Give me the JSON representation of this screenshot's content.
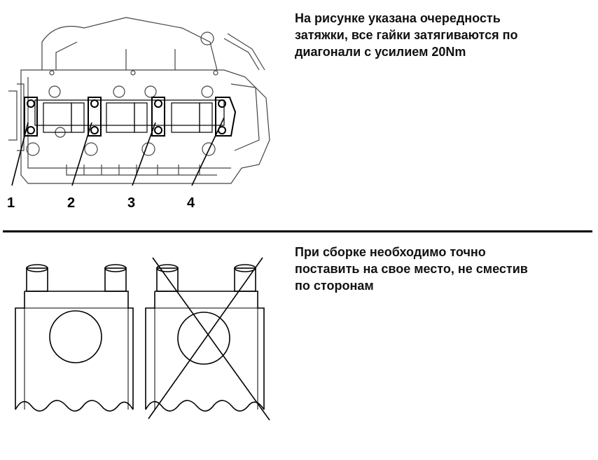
{
  "instructions": {
    "tightening": [
      "На рисунке указана очередность",
      "затяжки, все гайки затягиваются по",
      "диагонали с усилием 20Nm"
    ],
    "assembly": [
      "При сборке необходимо точно",
      "поставить на свое место, не сместив",
      "по сторонам"
    ]
  },
  "callouts": [
    "1",
    "2",
    "3",
    "4"
  ]
}
